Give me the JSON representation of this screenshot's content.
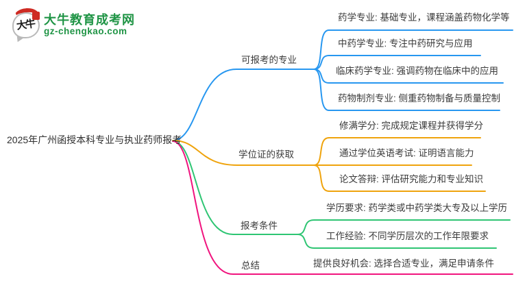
{
  "logo": {
    "icon_text": "大牛",
    "site_name": "大牛教育成考网",
    "site_url": "gz-chengkao.com"
  },
  "colors": {
    "branch_majors": "#2797F0",
    "branch_degree": "#EFA30C",
    "branch_requirements": "#2EC573",
    "branch_summary": "#F0147E",
    "logo_green": "#1F9445",
    "logo_red": "#CE2B23",
    "text_dark": "#3B3B3B"
  },
  "mindmap": {
    "root": "2025年广州函授本科专业与执业药师报考",
    "branches": [
      {
        "label": "可报考的专业",
        "color": "#2797F0",
        "children": [
          "药学专业: 基础专业，课程涵盖药物化学等",
          "中药学专业: 专注中药研究与应用",
          "临床药学专业: 强调药物在临床中的应用",
          "药物制剂专业: 侧重药物制备与质量控制"
        ]
      },
      {
        "label": "学位证的获取",
        "color": "#EFA30C",
        "children": [
          "修满学分: 完成规定课程并获得学分",
          "通过学位英语考试: 证明语言能力",
          "论文答辩: 评估研究能力和专业知识"
        ]
      },
      {
        "label": "报考条件",
        "color": "#2EC573",
        "children": [
          "学历要求: 药学类或中药学类大专及以上学历",
          "工作经验: 不同学历层次的工作年限要求"
        ]
      },
      {
        "label": "总结",
        "color": "#F0147E",
        "children": [
          "提供良好机会: 选择合适专业，满足申请条件"
        ]
      }
    ]
  }
}
